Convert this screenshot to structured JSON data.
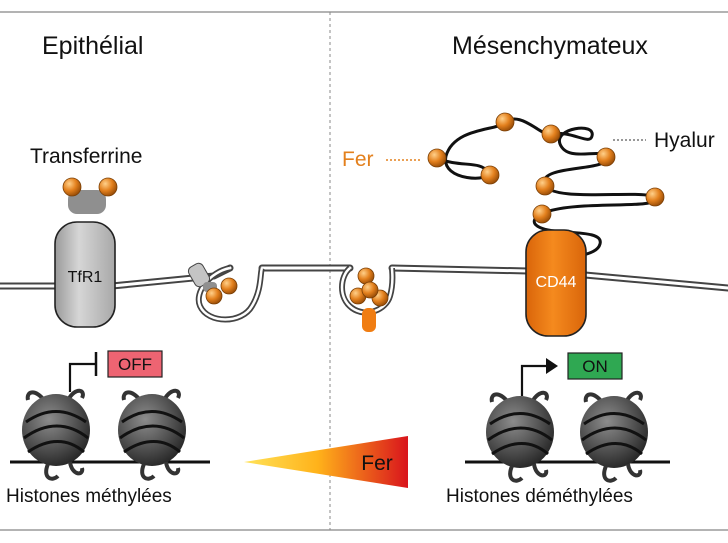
{
  "panels": {
    "left_title": "Epithélial",
    "right_title": "Mésenchymateux"
  },
  "labels": {
    "transferrin": "Transferrine",
    "receptor": "TfR1",
    "iron_left": "Fer",
    "hyaluronan": "Hyalur",
    "cd44": "CD44",
    "iron_gradient": "Fer",
    "off_badge": "OFF",
    "on_badge": "ON",
    "histones_left": "Histones méthylées",
    "histones_right": "Histones déméthylées"
  },
  "colors": {
    "iron_orange": "#e3801d",
    "cd44_orange": "#f07d12",
    "off_fill": "#ee6472",
    "on_fill": "#2fa852",
    "receptor_grey": "#c8c8c8",
    "gradient_start": "#ffd21a",
    "gradient_end": "#d9141c"
  }
}
